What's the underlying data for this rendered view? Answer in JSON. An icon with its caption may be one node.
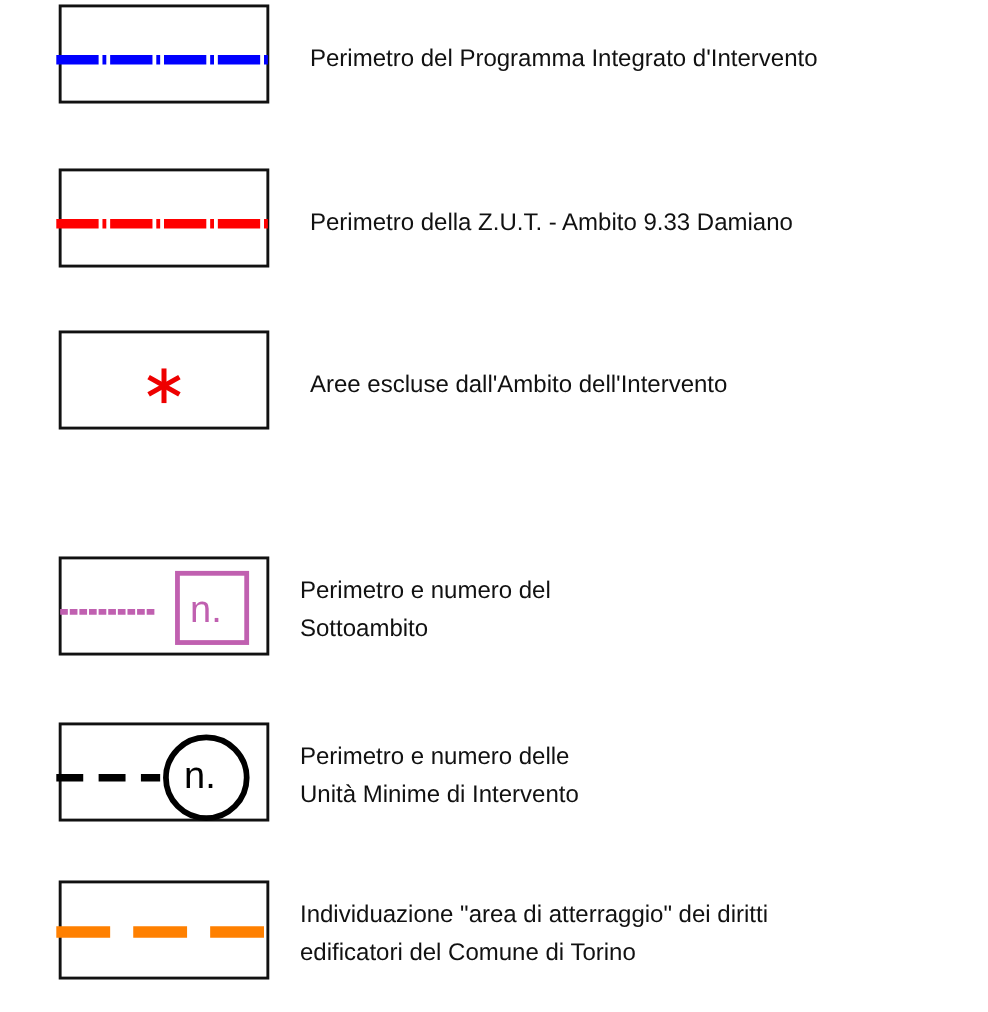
{
  "diagram": {
    "labels": [
      "n.",
      "n."
    ],
    "legend": [
      {
        "text": "Perimetro del Programma Integrato d'Intervento"
      },
      {
        "text": "Perimetro della Z.U.T. - Ambito 9.33 Damiano"
      },
      {
        "text": "Aree escluse dall'Ambito dell'Intervento"
      },
      {
        "text": "Perimetro e numero del Sottoambito"
      },
      {
        "text": "Perimetro e numero delle Unità Minime di Intervento"
      },
      {
        "text": "Individuazione \"area di atterraggio\" dei diritti edificatori del Comune di Torino"
      }
    ]
  }
}
